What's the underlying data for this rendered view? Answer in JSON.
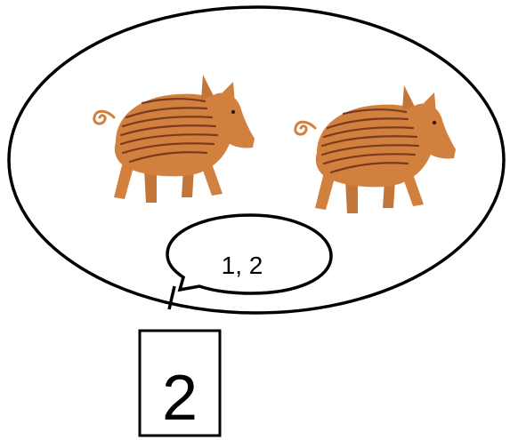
{
  "items": [
    {
      "name": "piglet",
      "icon": "wild-boar-piglet-icon"
    },
    {
      "name": "piglet",
      "icon": "wild-boar-piglet-icon"
    }
  ],
  "count_bubble": {
    "text": "1, 2"
  },
  "total_box": {
    "text": "2"
  },
  "colors": {
    "piglet_body": "#D2803E",
    "piglet_stripes": "#7A3A1E",
    "outline": "#000000"
  }
}
